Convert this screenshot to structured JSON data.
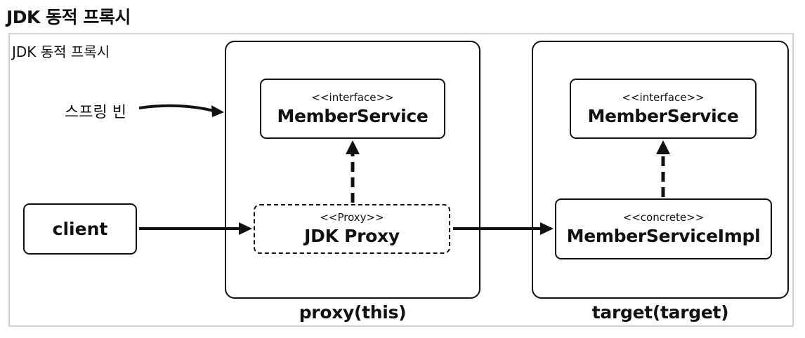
{
  "title": "JDK 동적 프록시",
  "frame_label": "JDK 동적 프록시",
  "spring_bean_label": "스프링 빈",
  "client": {
    "name": "client"
  },
  "proxy_container": {
    "caption": "proxy(this)",
    "interface_box": {
      "stereotype": "<<interface>>",
      "name": "MemberService"
    },
    "proxy_box": {
      "stereotype": "<<Proxy>>",
      "name": "JDK Proxy"
    }
  },
  "target_container": {
    "caption": "target(target)",
    "interface_box": {
      "stereotype": "<<interface>>",
      "name": "MemberService"
    },
    "impl_box": {
      "stereotype": "<<concrete>>",
      "name": "MemberServiceImpl"
    }
  },
  "colors": {
    "line": "#111111",
    "frame_border": "#d0d0d0",
    "background": "#ffffff"
  }
}
